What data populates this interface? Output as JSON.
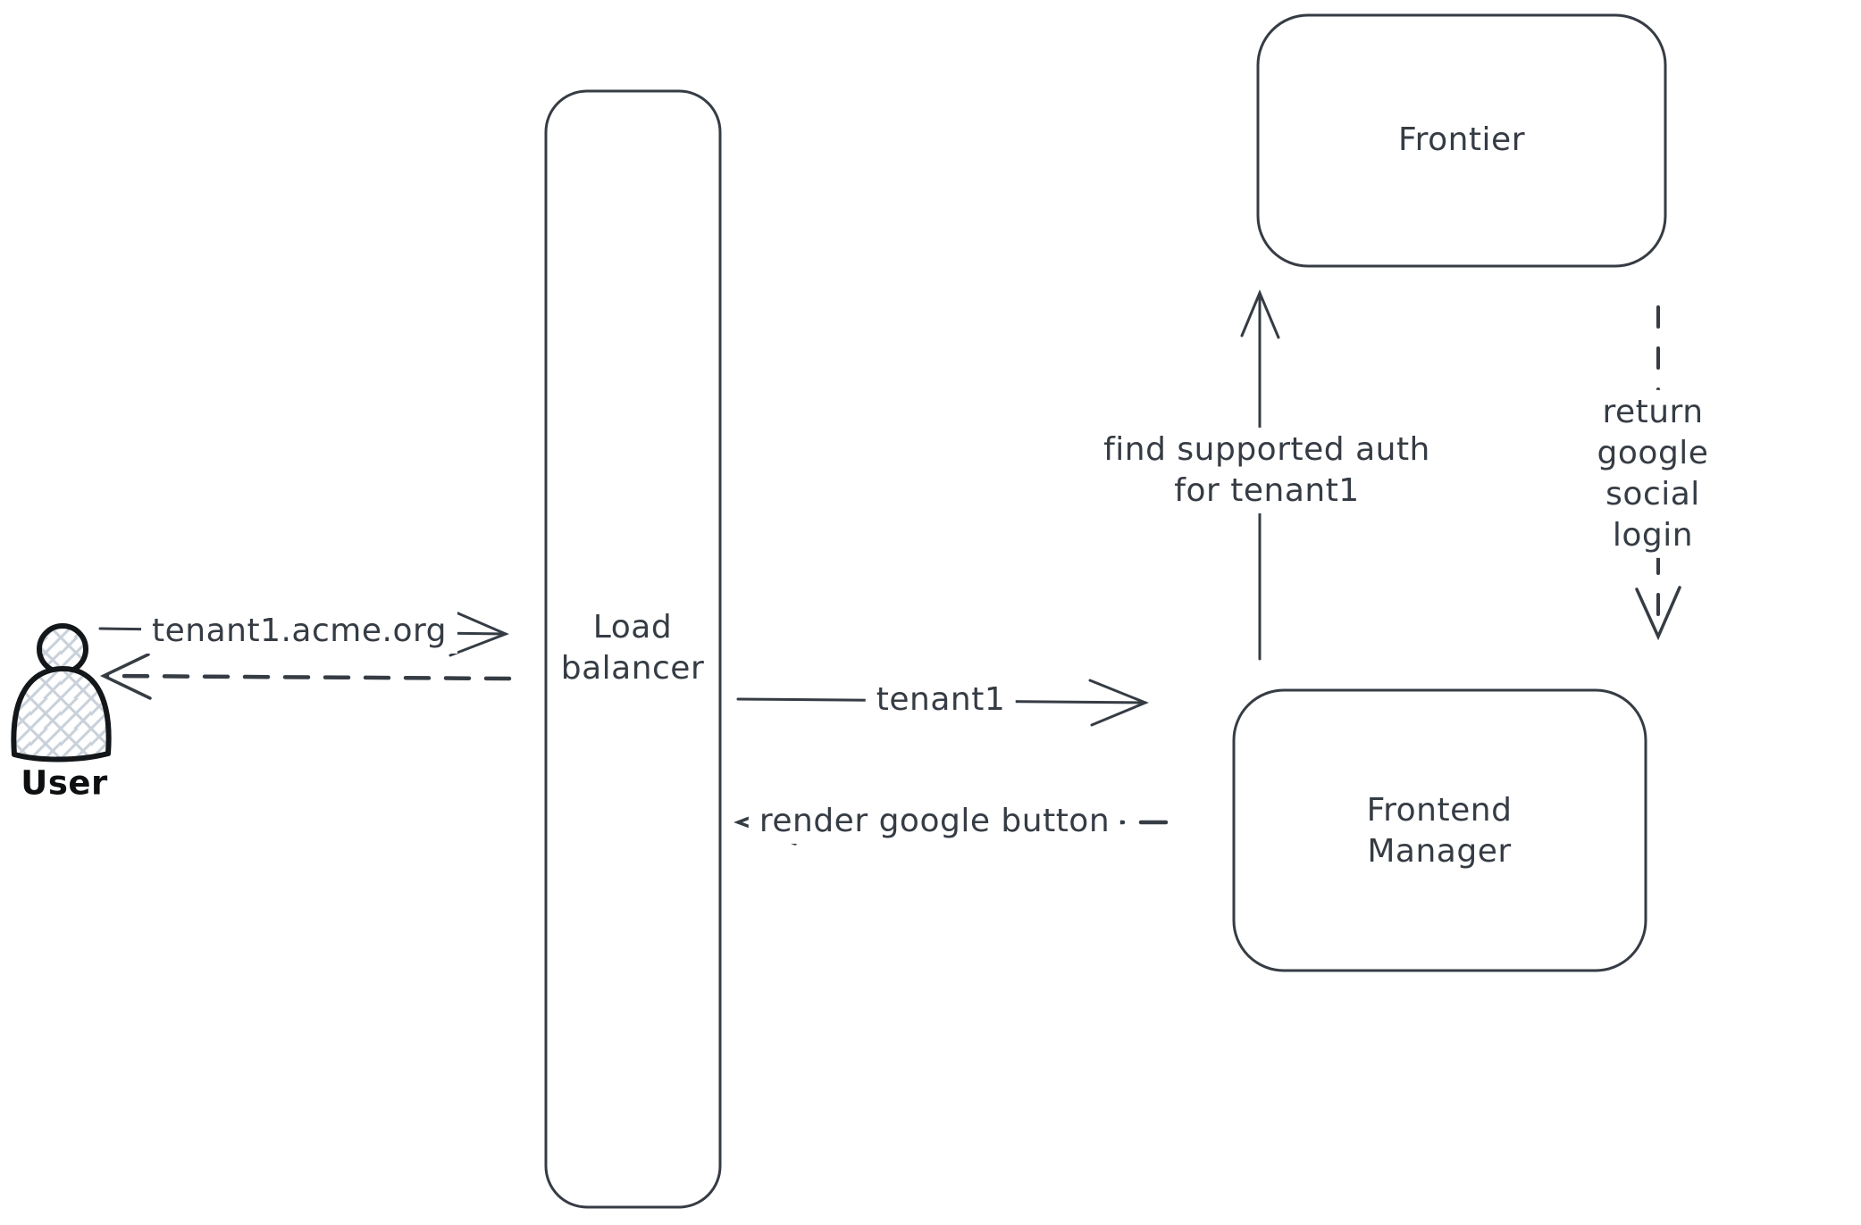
{
  "diagram": {
    "colors": {
      "background": "#ffffff",
      "stroke": "#363c44",
      "user_stroke": "#14171a",
      "hatch_fill_lines": "#c9d1da"
    },
    "nodes": {
      "user": {
        "label": "User",
        "shape": "actor"
      },
      "load_balancer": {
        "label": "Load\nbalancer",
        "shape": "rounded-rectangle"
      },
      "frontier": {
        "label": "Frontier",
        "shape": "rounded-rectangle"
      },
      "frontend_manager": {
        "label": "Frontend\nManager",
        "shape": "rounded-rectangle"
      }
    },
    "edges": {
      "request_domain": {
        "label": "tenant1.acme.org",
        "style": "solid",
        "from": "user",
        "to": "load_balancer"
      },
      "response_to_user": {
        "label": "",
        "style": "dashed",
        "from": "load_balancer",
        "to": "user"
      },
      "forward_tenant": {
        "label": "tenant1",
        "style": "solid",
        "from": "load_balancer",
        "to": "frontend_manager"
      },
      "render_button": {
        "label": "render google button",
        "style": "dashed",
        "from": "frontend_manager",
        "to": "load_balancer"
      },
      "find_auth": {
        "label": "find supported auth\nfor tenant1",
        "style": "solid",
        "from": "frontend_manager",
        "to": "frontier"
      },
      "return_social": {
        "label": "return google social\nlogin",
        "style": "dashed",
        "from": "frontier",
        "to": "frontend_manager"
      }
    }
  }
}
